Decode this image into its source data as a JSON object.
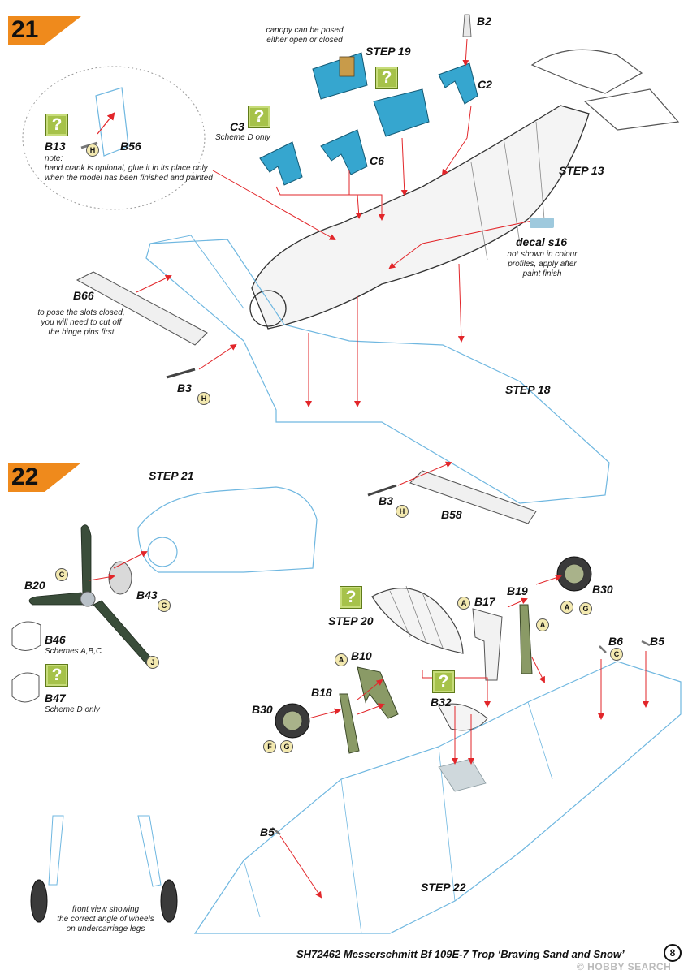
{
  "colors": {
    "accent_orange": "#ef8a1c",
    "outline_blue": "#6fb7e0",
    "canopy_blue": "#36a6cf",
    "arrow_red": "#e2262a",
    "part_green": "#8a9a66",
    "question_green": "#a6c24a",
    "badge_cream": "#f3e9b0"
  },
  "steps": {
    "s21": {
      "number": "21"
    },
    "s22": {
      "number": "22"
    }
  },
  "labels": {
    "step19": "STEP 19",
    "step13": "STEP 13",
    "step18": "STEP 18",
    "step21": "STEP 21",
    "step20": "STEP 20",
    "step22": "STEP 22",
    "b2": "B2",
    "c2": "C2",
    "c3": "C3",
    "c6": "C6",
    "b13": "B13",
    "b56": "B56",
    "b66": "B66",
    "b3a": "B3",
    "b3b": "B3",
    "b58": "B58",
    "decal": "decal s16",
    "b20": "B20",
    "b43": "B43",
    "b46": "B46",
    "b47": "B47",
    "b17": "B17",
    "b19": "B19",
    "b30a": "B30",
    "b30b": "B30",
    "b10": "B10",
    "b18": "B18",
    "b32": "B32",
    "b6": "B6",
    "b5a": "B5",
    "b5b": "B5"
  },
  "notes": {
    "canopy": [
      "canopy can be posed",
      "either open or closed"
    ],
    "scheme_d": "Scheme D only",
    "crank": [
      "note:",
      "hand crank is optional, glue it in its place only",
      "when the model has been finished and painted"
    ],
    "decal": [
      "not shown in colour",
      "profiles, apply after",
      "paint finish"
    ],
    "slots": [
      "to pose the slots closed,",
      "you will need to cut off",
      "the hinge pins first"
    ],
    "schemes_abc": "Schemes A,B,C",
    "scheme_d2": "Scheme D only",
    "front_view": [
      "front view showing",
      "the correct angle of wheels",
      "on undercarriage legs"
    ]
  },
  "badges": {
    "h1": "H",
    "h2": "H",
    "h3": "H",
    "c1": "C",
    "c2": "C",
    "c3": "C",
    "j": "J",
    "a1": "A",
    "a2": "A",
    "a3": "A",
    "a4": "A",
    "g1": "G",
    "g2": "G",
    "f": "F"
  },
  "question_mark": "?",
  "footer": {
    "title": "SH72462 Messerschmitt Bf 109E-7 Trop ‘Braving Sand and Snow’",
    "page": "8"
  },
  "watermark": "© HOBBY SEARCH"
}
